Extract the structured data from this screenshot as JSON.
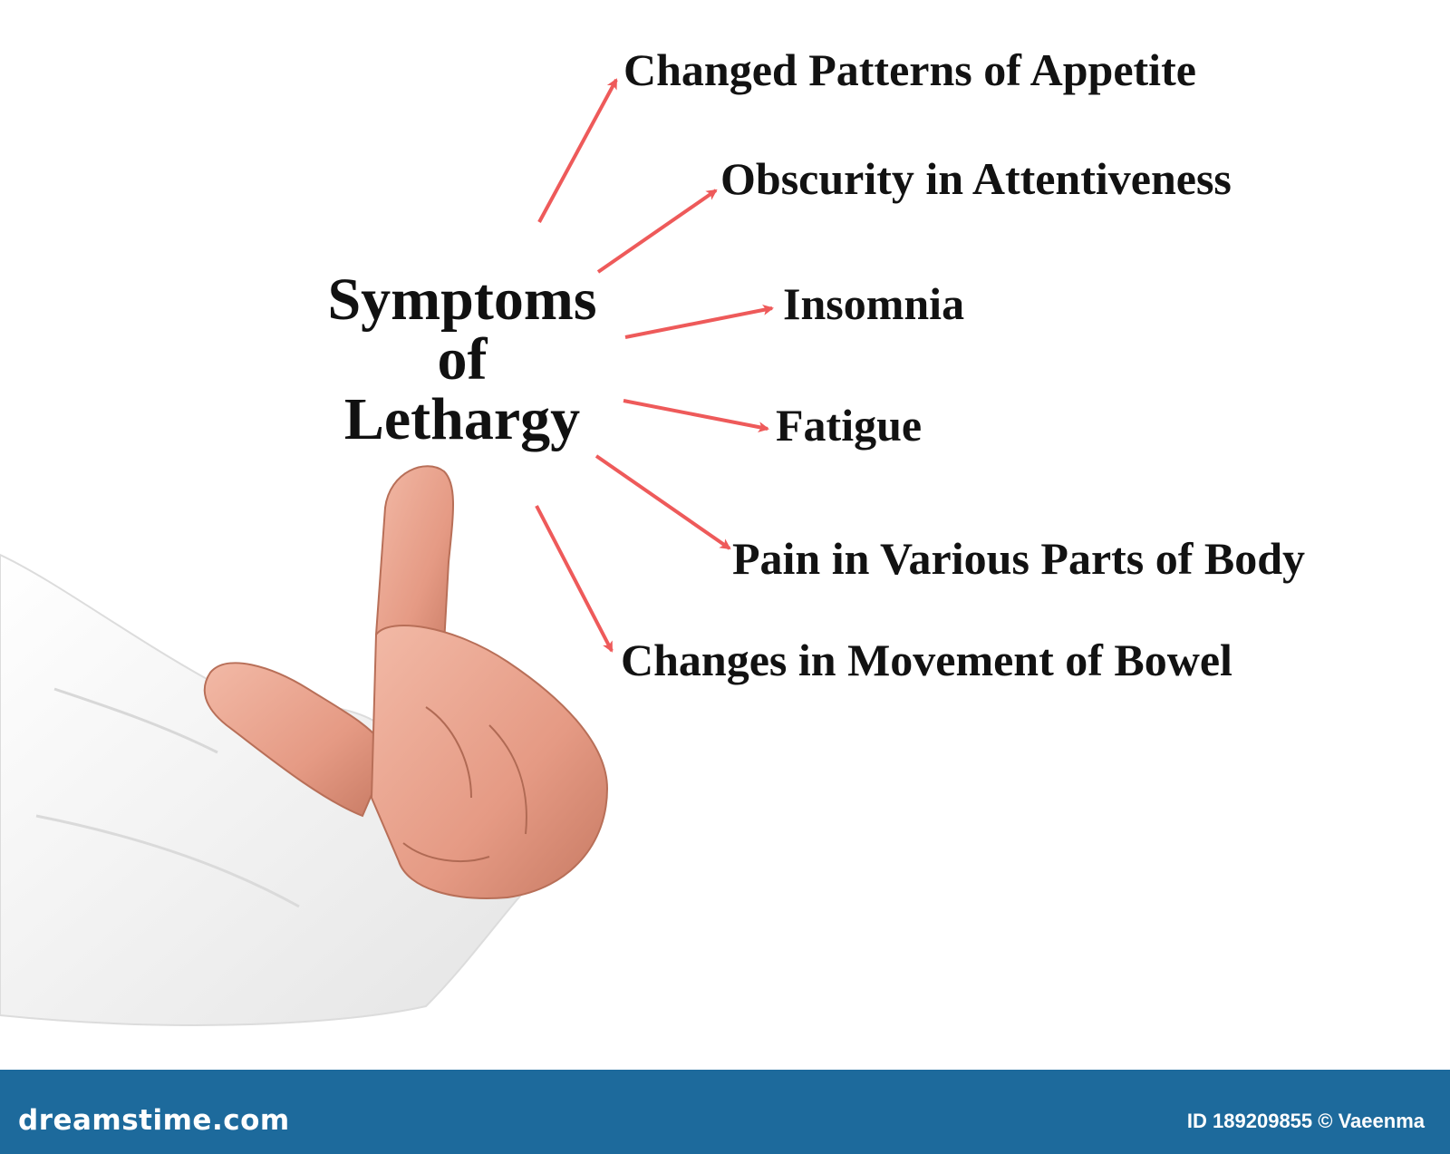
{
  "diagram": {
    "center": {
      "line1": "Symptoms",
      "line2": "of",
      "line3": "Lethargy"
    },
    "symptoms": [
      {
        "label": "Changed Patterns of Appetite"
      },
      {
        "label": "Obscurity in Attentiveness"
      },
      {
        "label": "Insomnia"
      },
      {
        "label": "Fatigue"
      },
      {
        "label": "Pain in Various Parts of Body"
      },
      {
        "label": "Changes in Movement of Bowel"
      }
    ],
    "arrow_color": "#ee5a5a"
  },
  "footer": {
    "brand": "dreamstime.com",
    "credit": "ID 189209855 © Vaeenma",
    "background_color": "#1d6a9c"
  }
}
